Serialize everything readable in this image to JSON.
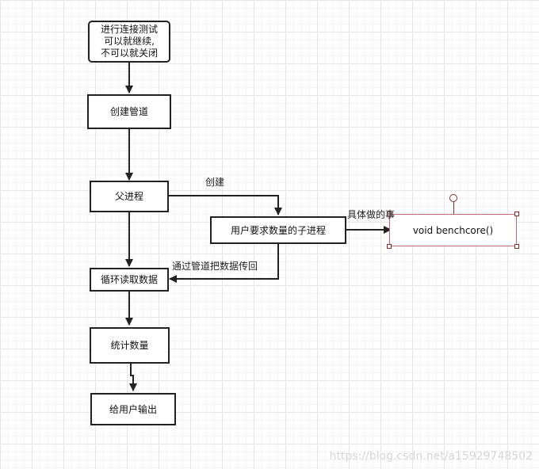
{
  "nodes": {
    "start": "进行连接测试\n可以就继续,\n不可以就关闭",
    "create_pipe": "创建管道",
    "parent": "父进程",
    "child": "用户要求数量的子进程",
    "loop_read": "循环读取数据",
    "count": "统计数量",
    "output": "给用户输出"
  },
  "code_box": "void  benchcore()",
  "edge_labels": {
    "create": "创建",
    "pipe_back": "通过管道把数据传回",
    "specific": "具体做的事"
  },
  "watermark": "https://blog.csdn.net/a15929748502"
}
